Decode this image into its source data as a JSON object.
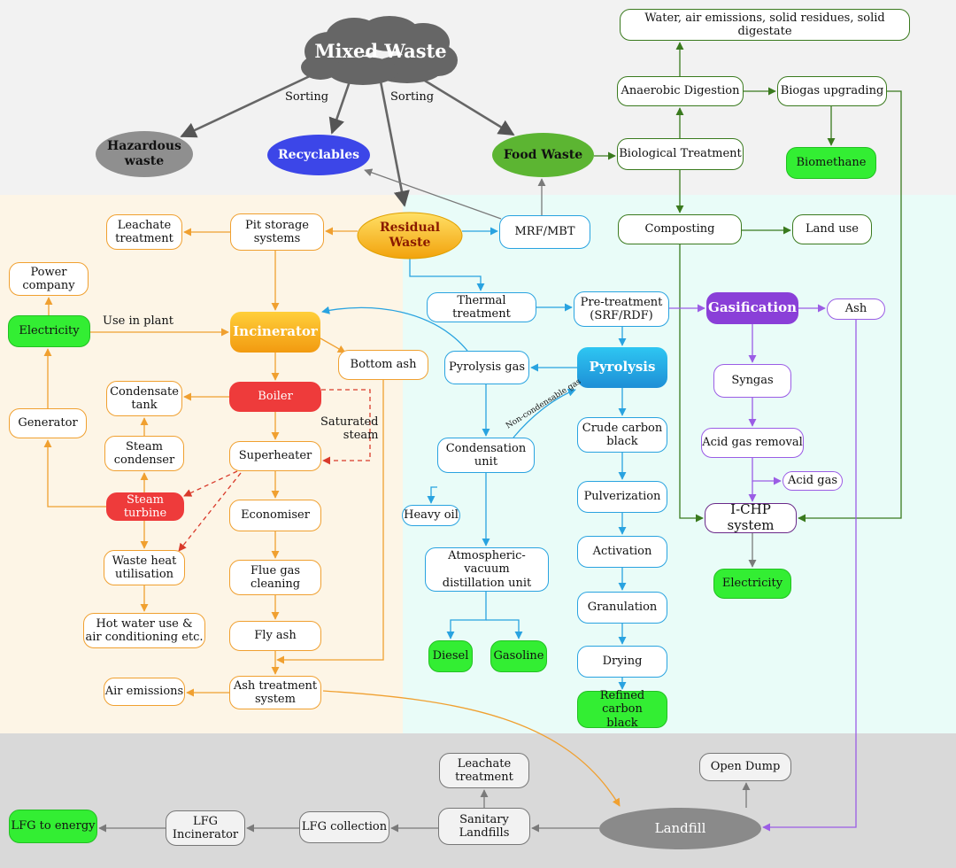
{
  "colors": {
    "orange": "#f0a030",
    "blue": "#29a3e0",
    "purple": "#9b5de5",
    "dark_green": "#3a7a1e",
    "gray": "#7a7a7a",
    "red_dash": "#d93a2b",
    "bright_green": "#33ee33",
    "bg_top": "#f2f2f2",
    "bg_left": "#fdf5e6",
    "bg_right": "#e9fcf8",
    "bg_bottom": "#d9d9d9"
  },
  "nodes": {
    "mixed_waste": "Mixed Waste",
    "hazardous_waste": "Hazardous\nwaste",
    "recyclables": "Recyclables",
    "food_waste": "Food Waste",
    "residual_waste": "Residual\nWaste",
    "mrf_mbt": "MRF/MBT",
    "water_air": "Water, air emissions, solid residues, solid digestate",
    "anaerobic_digestion": "Anaerobic Digestion",
    "biogas_upgrading": "Biogas upgrading",
    "biological_treatment": "Biological Treatment",
    "biomethane": "Biomethane",
    "composting": "Composting",
    "land_use": "Land use",
    "leachate_treatment": "Leachate\ntreatment",
    "pit_storage": "Pit storage\nsystems",
    "power_company": "Power\ncompany",
    "electricity_left": "Electricity",
    "incinerator": "Incinerator",
    "bottom_ash": "Bottom ash",
    "condensate_tank": "Condensate\ntank",
    "boiler": "Boiler",
    "generator": "Generator",
    "steam_condenser": "Steam\ncondenser",
    "superheater": "Superheater",
    "steam_turbine": "Steam\nturbine",
    "economiser": "Economiser",
    "waste_heat": "Waste heat\nutilisation",
    "flue_gas": "Flue gas\ncleaning",
    "hot_water": "Hot water use &\nair conditioning etc.",
    "fly_ash": "Fly ash",
    "air_emissions": "Air emissions",
    "ash_treatment": "Ash treatment\nsystem",
    "thermal_treatment": "Thermal treatment",
    "pretreatment": "Pre-treatment\n(SRF/RDF)",
    "gasification": "Gasification",
    "ash_right": "Ash",
    "pyrolysis_gas": "Pyrolysis gas",
    "pyrolysis": "Pyrolysis",
    "syngas": "Syngas",
    "crude_carbon": "Crude carbon\nblack",
    "condensation_unit": "Condensation\nunit",
    "acid_gas_removal": "Acid gas removal",
    "acid_gas": "Acid gas",
    "pulverization": "Pulverization",
    "heavy_oil": "Heavy oil",
    "ichp": "I-CHP system",
    "activation": "Activation",
    "atm_vac": "Atmospheric-vacuum\ndistillation unit",
    "electricity_right": "Electricity",
    "granulation": "Granulation",
    "diesel": "Diesel",
    "gasoline": "Gasoline",
    "drying": "Drying",
    "refined_carbon": "Refined carbon\nblack",
    "leachate_treatment_2": "Leachate\ntreatment",
    "open_dump": "Open Dump",
    "lfg_energy": "LFG to energy",
    "lfg_incinerator": "LFG\nIncinerator",
    "lfg_collection": "LFG collection",
    "sanitary_landfills": "Sanitary\nLandfills",
    "landfill": "Landfill"
  },
  "labels": {
    "sorting_left": "Sorting",
    "sorting_right": "Sorting",
    "use_in_plant": "Use in plant",
    "saturated_steam": "Saturated\nsteam",
    "non_condensable_gas": "Non-condensable gas"
  }
}
